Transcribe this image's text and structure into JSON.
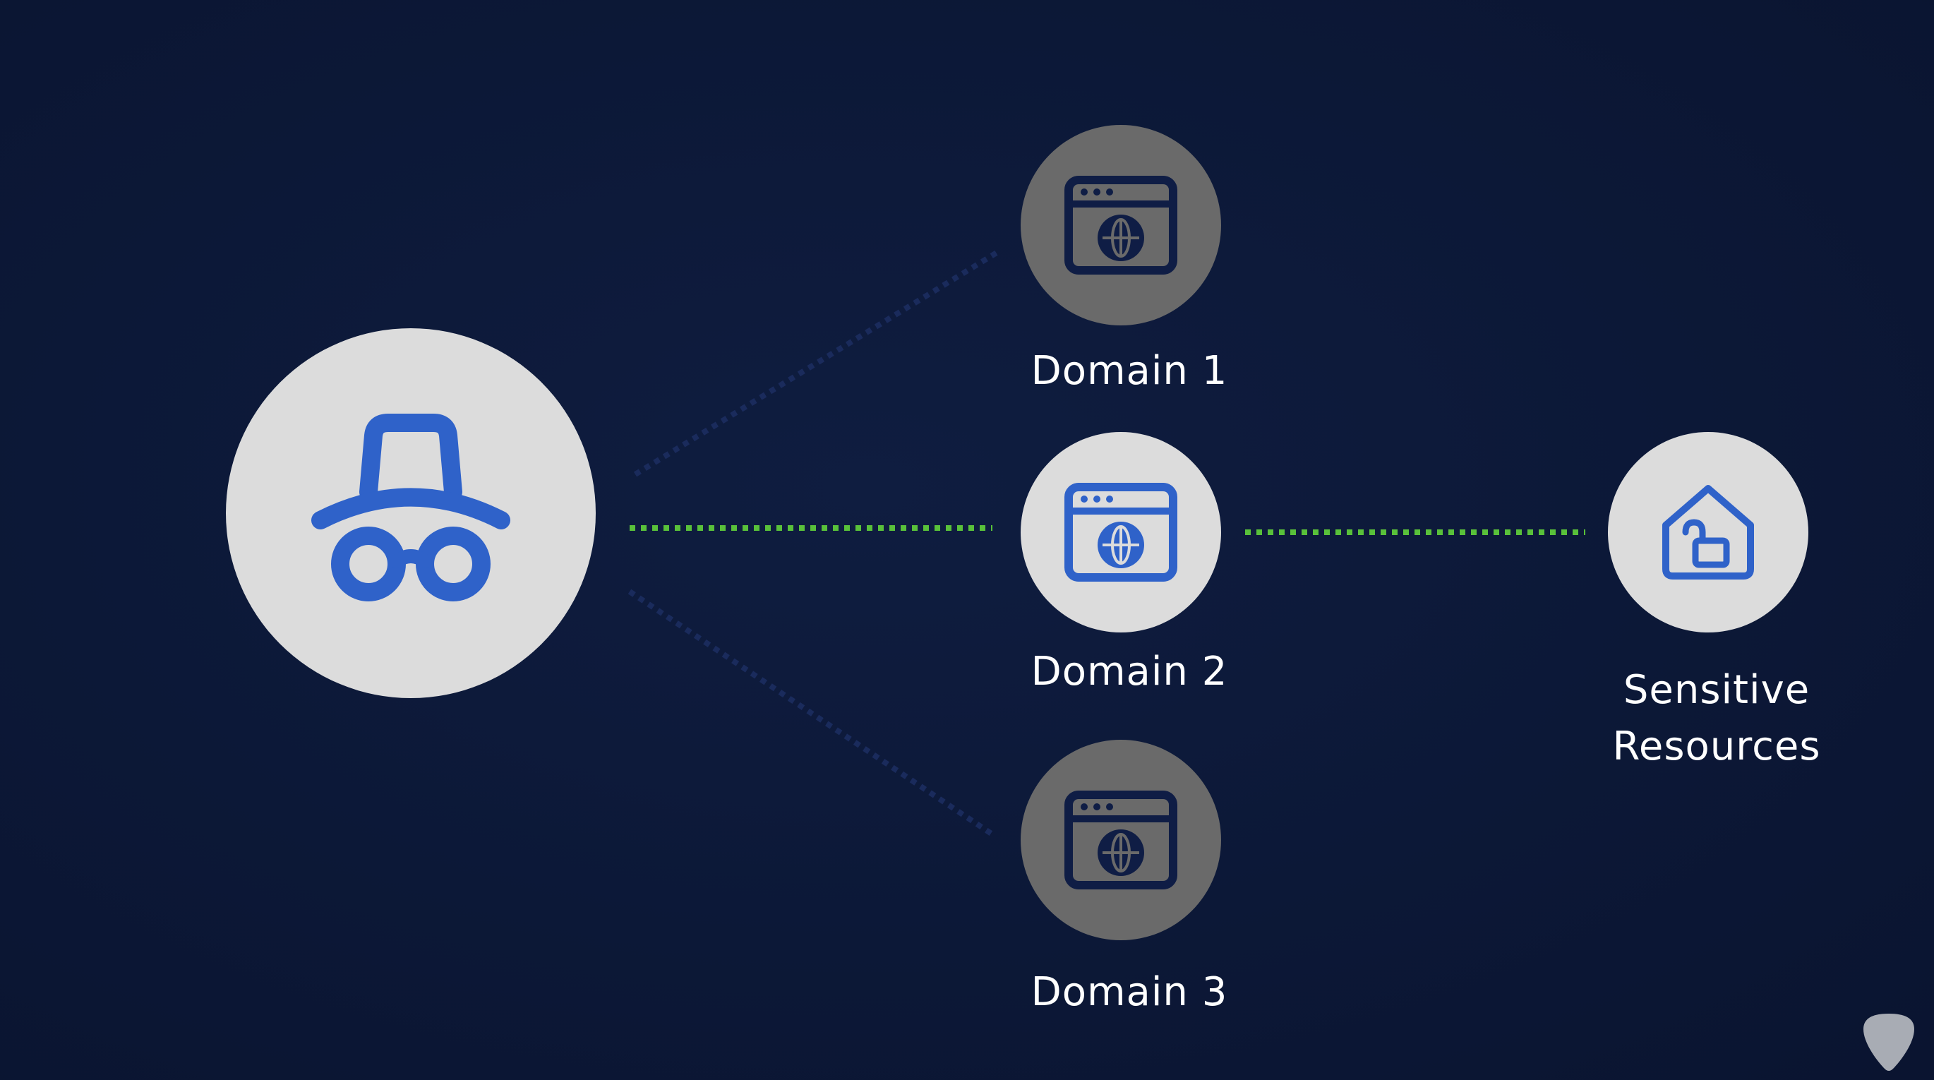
{
  "diagram": {
    "nodes": [
      {
        "id": "attacker",
        "icon": "incognito-icon",
        "state": "active"
      },
      {
        "id": "domain-1",
        "label": "Domain 1",
        "icon": "browser-globe-icon",
        "state": "inactive"
      },
      {
        "id": "domain-2",
        "label": "Domain 2",
        "icon": "browser-globe-icon",
        "state": "active"
      },
      {
        "id": "domain-3",
        "label": "Domain 3",
        "icon": "browser-globe-icon",
        "state": "inactive"
      },
      {
        "id": "sensitive",
        "label_line1": "Sensitive",
        "label_line2": "Resources",
        "icon": "unlocked-house-icon",
        "state": "active"
      }
    ],
    "edges": [
      {
        "from": "attacker",
        "to": "domain-1",
        "style": "dotted",
        "status": "inactive"
      },
      {
        "from": "attacker",
        "to": "domain-2",
        "style": "dotted",
        "status": "active"
      },
      {
        "from": "attacker",
        "to": "domain-3",
        "style": "dotted",
        "status": "inactive"
      },
      {
        "from": "domain-2",
        "to": "sensitive",
        "style": "dotted",
        "status": "active"
      }
    ]
  },
  "colors": {
    "background": "#0c1837",
    "active_node": "#dcdcdc",
    "inactive_node": "#6a6a6a",
    "icon_blue": "#2f62c9",
    "icon_dark": "#0f1d45",
    "active_edge": "#59c13a",
    "inactive_edge": "#1a2b5c",
    "label": "#ffffff"
  },
  "watermark": {
    "icon": "guitar-pick-icon"
  }
}
